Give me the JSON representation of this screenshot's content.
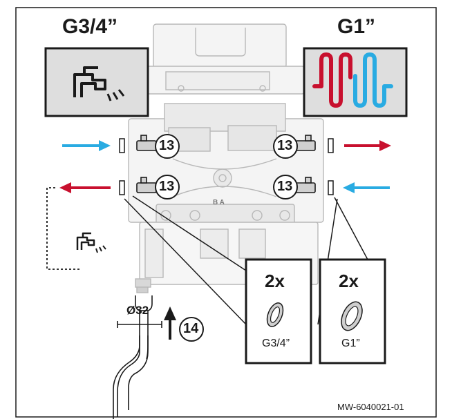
{
  "labels": {
    "dhw_thread": "G3/4”",
    "heating_thread": "G1”",
    "callout_13": "13",
    "callout_14": "14",
    "diameter": "Ø32",
    "qty_left": "2x",
    "qty_right": "2x",
    "seal_left_thread": "G3/4”",
    "seal_right_thread": "G1”",
    "valve_letters": "B A",
    "reference": "MW-6040021-01"
  },
  "colors": {
    "outline": "#1a1a1a",
    "panel_gray": "#dedede",
    "hot_red": "#c8102e",
    "cold_blue": "#29abe2",
    "device_gray": "#b8b8b8",
    "device_fill": "#f2f2f2"
  },
  "icons": [
    "tap-icon",
    "radiator-icon",
    "seal-ring-icon",
    "siphon-icon"
  ]
}
